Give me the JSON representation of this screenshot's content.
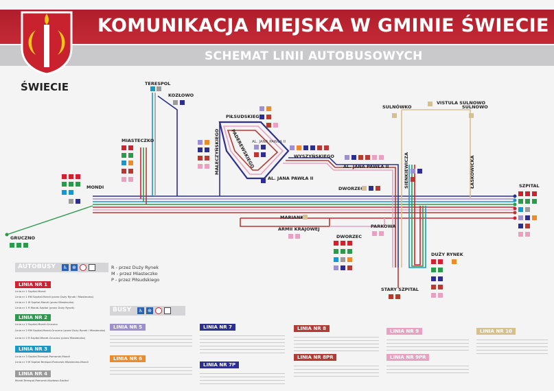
{
  "header": {
    "title": "KOMUNIKACJA MIEJSKA W GMINIE ŚWIECIE",
    "subtitle": "SCHEMAT LINII AUTOBUSOWYCH",
    "town": "ŚWIECIE"
  },
  "stops": {
    "terespol": "TERESPOL",
    "kozlowo": "KOZŁOWO",
    "pilsudskiego": "PIŁSUDSKIEGO",
    "miasteczko": "MIASTECZKO",
    "mondi": "MONDI",
    "maleczynskiego": "MAŁECZYŃSKIEGO",
    "paderewskiego": "PADEREWSKIEGO",
    "jana_pawla_short": "AL. JANA PAWŁA II",
    "wyszynskiego": "WYSZYŃSKIEGO",
    "jana_pawla": "AL. JANA PAWŁA II",
    "sulnowko": "SULNÓWKO",
    "vistula": "VISTULA SULNOWO",
    "sulnowo": "SULNOWO",
    "sienkiewicza": "SIENKIEWICZA",
    "lasakowicka": "ŁASKOWICKA",
    "dworzec_top": "DWORZEC",
    "spital": "SZPITAL",
    "marianki": "MARIANKI",
    "armii": "ARMII KRAJOWEJ",
    "parkowa": "PARKOWA",
    "dworzec_bottom": "DWORZEC",
    "duzy_rynek": "DUŻY RYNEK",
    "stary_szpital": "STARY SZPITAL",
    "gruczno": "GRUCZNO"
  },
  "legend": {
    "autobusy": "AUTOBUSY",
    "busy": "BUSY",
    "via": [
      "R - przez Duży Rynek",
      "M - przez Miasteczko",
      "P - przez Piłsudskiego"
    ],
    "lines_left": [
      {
        "name": "LINIA NR 1",
        "color": "#d1212f",
        "rows": [
          "Linia nr 1  Szpital-Mondi",
          "Linia nr 1 RM  Szpital-Mondi (przez Duży Rynek i Miasteczko)",
          "Linia nr 1 M  Szpital-Mondi (przez Miasteczko)",
          "Linia nr 1 R  Mondi-Szpital (przez Duży Rynek)"
        ]
      },
      {
        "name": "LINIA NR 2",
        "color": "#2b9a4a",
        "rows": [
          "Linia nr 2  Szpital-Mondi-Gruczno",
          "Linia nr 2 RM  Szpital-Mondi-Gruczno (przez Duży Rynek i Miasteczko)",
          "Linia nr 2 R  Szpital-Mondi-Gruczno (przez Miasteczko)"
        ]
      },
      {
        "name": "LINIA NR 3",
        "color": "#1798c9",
        "rows": [
          "Linia nr 3  Szpital-Terespol-Pomorski-Mondi",
          "Linia nr 3 M  Szpital-Terespol-Pomorski-Miasteczko-Mondi"
        ]
      },
      {
        "name": "LINIA NR 4",
        "color": "#9b9b9b",
        "rows": [
          "Mondi-Terespol-Pomorski-Kozłowo-Szpital"
        ]
      }
    ],
    "lines_busy": [
      {
        "name": "LINIA NR 5",
        "color": "#9d8fd0"
      },
      {
        "name": "LINIA NR 6",
        "color": "#ec8a2e"
      },
      {
        "name": "LINIA NR 7",
        "color": "#2c2f8f"
      },
      {
        "name": "LINIA NR 7P",
        "color": "#2c2f8f"
      },
      {
        "name": "LINIA NR 8",
        "color": "#b53a32"
      },
      {
        "name": "LINIA NR 8PR",
        "color": "#b53a32"
      },
      {
        "name": "LINIA NR 9",
        "color": "#e9a1c2"
      },
      {
        "name": "LINIA NR 9PR",
        "color": "#e9a1c2"
      },
      {
        "name": "LINIA NR 10",
        "color": "#d8c08e"
      }
    ]
  },
  "colors": {
    "l1": "#d1212f",
    "l2": "#2b9a4a",
    "l3": "#1798c9",
    "l4": "#9b9b9b",
    "l5": "#9d8fd0",
    "l6": "#ec8a2e",
    "l7": "#2c2f8f",
    "l8": "#b53a32",
    "l9": "#e9a1c2",
    "l10": "#d8c08e"
  }
}
